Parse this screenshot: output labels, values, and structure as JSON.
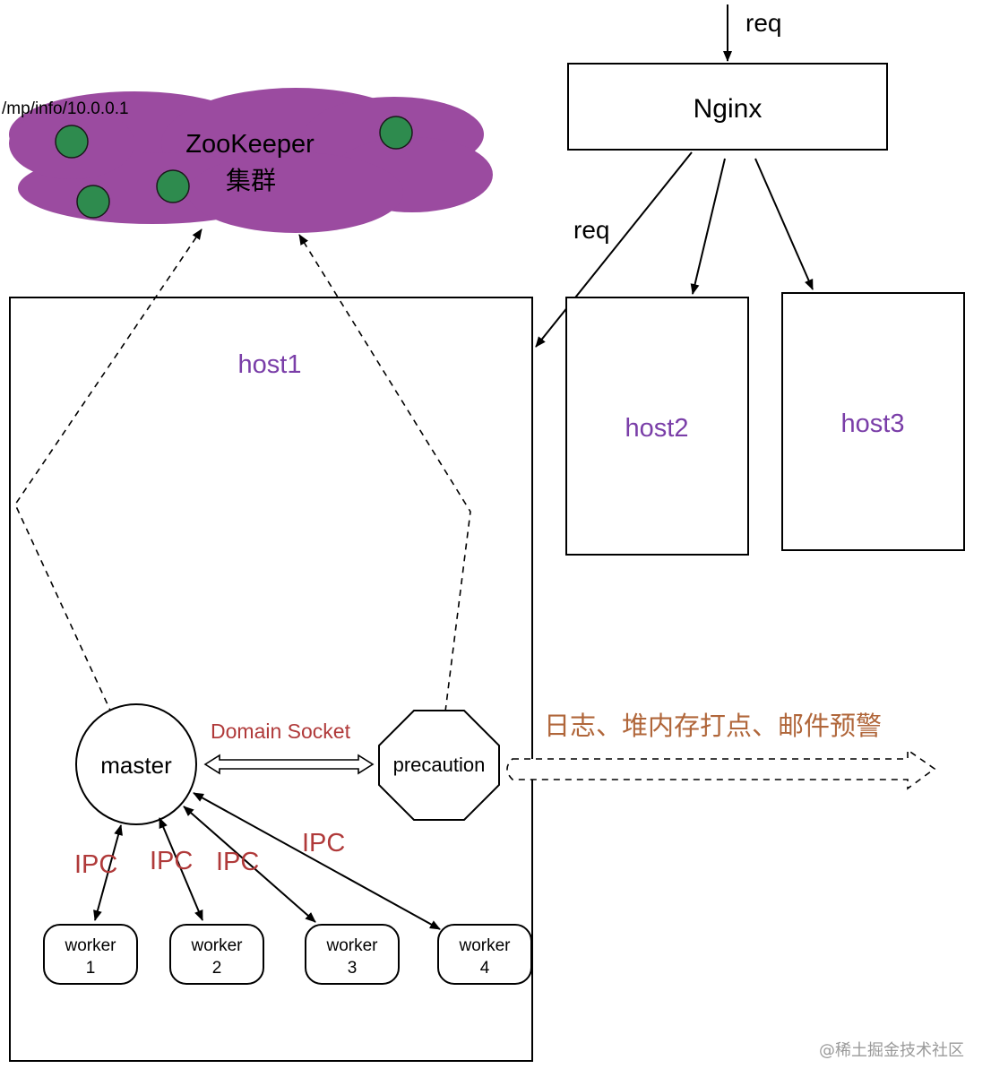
{
  "request_label_top": "req",
  "request_label_mid": "req",
  "nginx_label": "Nginx",
  "zookeeper": {
    "path_label": "/mp/info/10.0.0.1",
    "title": "ZooKeeper",
    "subtitle": "集群",
    "cloud_color": "#9b4ba0",
    "node_color": "#2e8b4e"
  },
  "hosts": {
    "host1": "host1",
    "host2": "host2",
    "host3": "host3",
    "label_color": "#7a3ea8"
  },
  "master_label": "master",
  "precaution_label": "precaution",
  "domain_socket_label": "Domain Socket",
  "ipc_labels": [
    "IPC",
    "IPC",
    "IPC",
    "IPC"
  ],
  "ipc_color": "#b03a3a",
  "workers": [
    {
      "line1": "worker",
      "line2": "1"
    },
    {
      "line1": "worker",
      "line2": "2"
    },
    {
      "line1": "worker",
      "line2": "3"
    },
    {
      "line1": "worker",
      "line2": "4"
    }
  ],
  "output_label": "日志、堆内存打点、邮件预警",
  "output_color": "#b0663a",
  "watermark": "@稀土掘金技术社区"
}
